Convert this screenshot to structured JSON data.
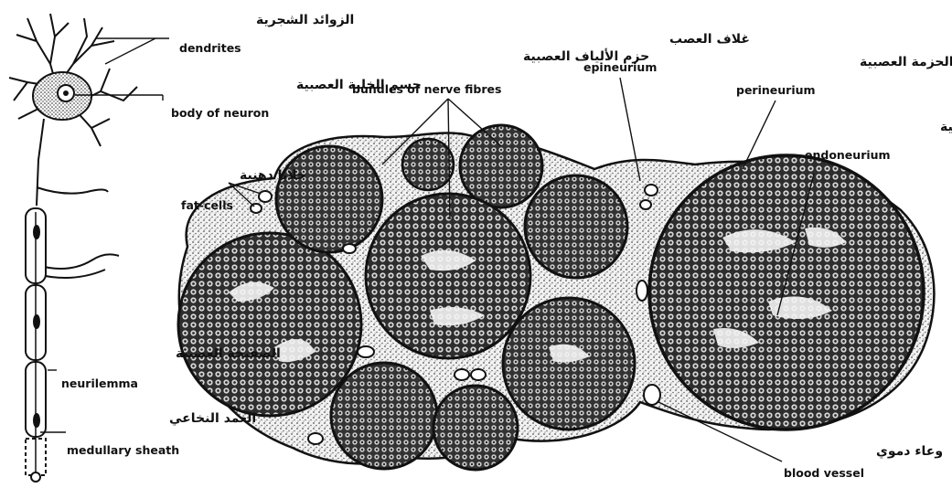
{
  "labels": {
    "dendrites": {
      "ar": "الزوائد الشجرية",
      "en": "dendrites"
    },
    "body_of_neuron": {
      "ar": "جسم الخلية العصبية",
      "en": "body of neuron"
    },
    "fat_cells": {
      "ar": "خلايا دهنية",
      "en": "fat-cells"
    },
    "neurilemma": {
      "ar": "الصفيحة العصبية",
      "en": "neurilemma"
    },
    "medullary_sheath": {
      "ar": "الغمد النخاعي",
      "en": "medullary sheath"
    },
    "bundles_of_nerve_fibres": {
      "ar": "حزم الألياف العصبية",
      "en": "bundles of nerve fibres"
    },
    "epineurium": {
      "ar": "غلاف العصب",
      "en": "epineurium"
    },
    "perineurium": {
      "ar": "غلاف الحزمة العصبية",
      "en": "perineurium"
    },
    "endoneurium": {
      "ar": "دعامة الحزمة العصبية",
      "en": "endoneurium"
    },
    "blood_vessel": {
      "ar": "وعاء دموي",
      "en": "blood vessel"
    }
  },
  "colors": {
    "ink": "#111111",
    "bundle_fill": "#3a3a3a",
    "connective": "#8a8a8a",
    "paper": "#ffffff"
  }
}
